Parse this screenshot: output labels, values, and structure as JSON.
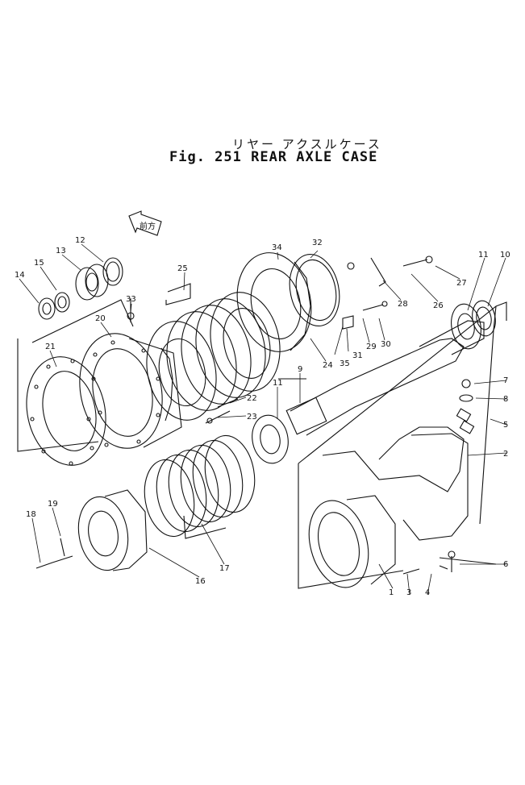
{
  "title_jp": "リヤー アクスルケース",
  "title_en": "Fig. 251 REAR AXLE CASE",
  "direction_arrow_text": "前方",
  "part_numbers": [
    "1",
    "2",
    "3",
    "4",
    "5",
    "6",
    "7",
    "8",
    "9",
    "10",
    "11",
    "11",
    "12",
    "13",
    "14",
    "15",
    "16",
    "17",
    "18",
    "19",
    "20",
    "21",
    "22",
    "23",
    "24",
    "25",
    "26",
    "27",
    "28",
    "29",
    "30",
    "31",
    "32",
    "33",
    "34",
    "35"
  ]
}
